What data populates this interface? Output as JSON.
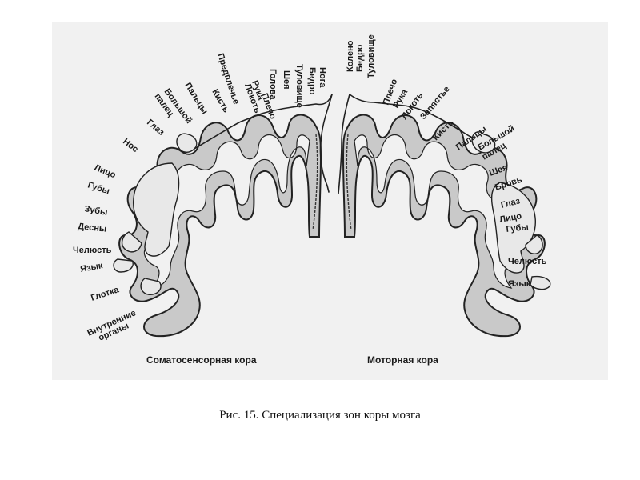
{
  "sensory_labels": [
    "Нога",
    "Бедро",
    "Туловище",
    "Шея",
    "Голова",
    "Плечо",
    "Рука",
    "Локоть",
    "Предплечье",
    "Кисть",
    "Пальцы",
    "Большой",
    "палец",
    "Глаз",
    "Нос",
    "Лицо",
    "Губы",
    "Зубы",
    "Десны",
    "Челюсть",
    "Язык",
    "Глотка",
    "Внутренние",
    "органы"
  ],
  "motor_labels": [
    "Колено",
    "Бедро",
    "Туловище",
    "Плечо",
    "Рука",
    "Локоть",
    "Запястье",
    "Кисть",
    "Пальцы",
    "Большой",
    "палец",
    "Шея",
    "Бровь",
    "Глаз",
    "Лицо",
    "Губы",
    "Челюсть",
    "Язык"
  ],
  "areas": {
    "somatosensory": "Соматосенсорная кора",
    "motor": "Моторная кора"
  },
  "caption": "Рис. 15. Специализация зон коры мозга"
}
